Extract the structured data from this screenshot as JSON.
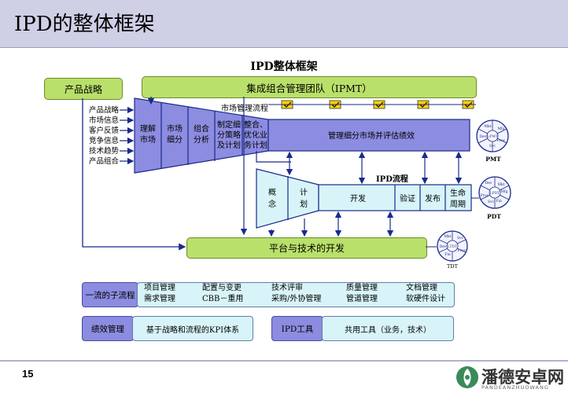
{
  "header": {
    "title": "IPD的整体框架"
  },
  "diagram": {
    "title": "IPD整体框架",
    "strategy_box": "产品战略",
    "ipmt_box": "集成组合管理团队（IPMT）",
    "market_flow_label": "市场管理流程",
    "strategy_inputs": [
      "产品战略",
      "市场信息",
      "客户反馈",
      "竞争信息",
      "技术趋势",
      "产品组合"
    ],
    "market_steps": [
      [
        "理解",
        "市场"
      ],
      [
        "市场",
        "细分"
      ],
      [
        "组合",
        "分析"
      ],
      [
        "制定细",
        "分策略",
        "及计划"
      ],
      [
        "整合、",
        "优化业",
        "务计划"
      ]
    ],
    "market_manage_text": "管理细分市场并评估绩效",
    "ipd_flow_label": "IPD流程",
    "ipd_steps": {
      "concept": [
        "概",
        "念"
      ],
      "plan": [
        "计",
        "划"
      ],
      "develop": "开发",
      "verify": "验证",
      "release": "发布",
      "lifecycle": [
        "生命",
        "周期"
      ]
    },
    "platform_box": "平台与技术的开发",
    "team_labels": {
      "pmt": "PMT",
      "pdt": "PDT",
      "tdt": "TDT"
    },
    "wheel_segments": {
      "pmt": [
        "Mkt",
        "Mfg",
        "Proc",
        "Svc",
        "Dev",
        "LPMT"
      ],
      "pdt": [
        "Dev",
        "Mkt",
        "Mfg",
        "Fin",
        "Svc",
        "Proc",
        "LPDT"
      ],
      "tdt": [
        "Mkt",
        "Svc",
        "Proc",
        "Fin",
        "Dev",
        "LTDT"
      ]
    }
  },
  "bottom": {
    "subprocess_label": "一流的子流程",
    "subprocess_rows": [
      [
        "项目管理",
        "配置与变更",
        "技术评审",
        "质量管理",
        "文档管理"
      ],
      [
        "需求管理",
        "CBB－重用",
        "采购/外协管理",
        "管道管理",
        "软硬件设计"
      ]
    ],
    "perf_label": "绩效管理",
    "perf_text": "基于战略和流程的KPI体系",
    "tools_label": "IPD工具",
    "tools_text": "共用工具（业务，技术）"
  },
  "footer": {
    "page_number": "15",
    "brand": "潘德安卓网",
    "brand_sub": "PANDEANZHUOWANG"
  },
  "colors": {
    "green": "#b9e06a",
    "purple": "#8c8ce0",
    "navy": "#1a2a8a",
    "light": "#d8f4f8",
    "header": "#cfcfe6"
  }
}
